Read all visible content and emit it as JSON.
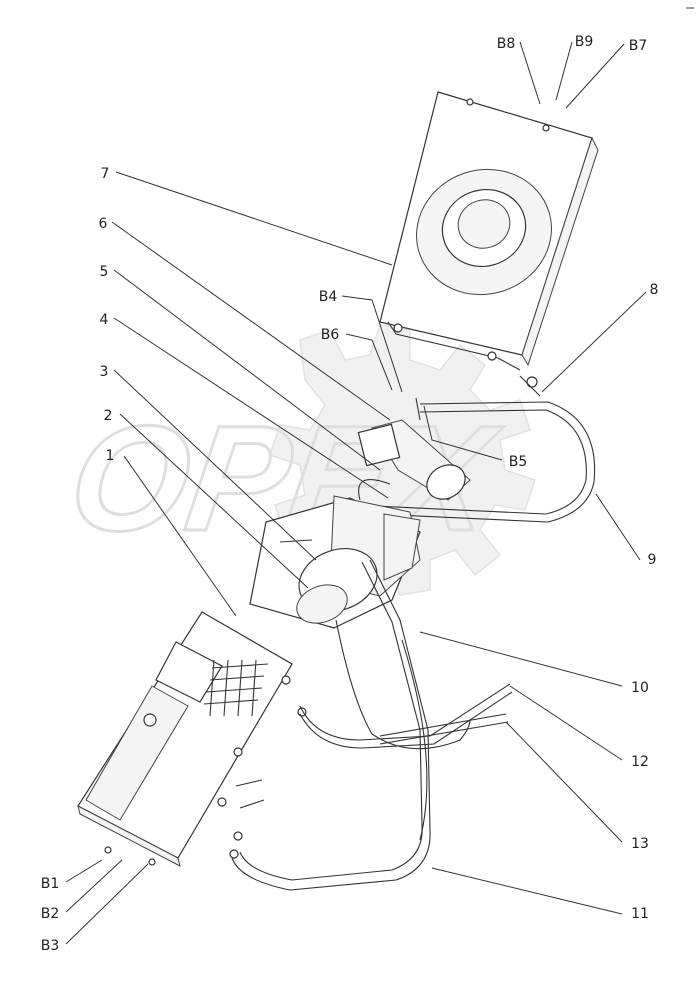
{
  "watermark": {
    "text": "OPEX"
  },
  "callouts": [
    {
      "id": "B8",
      "text": "B8"
    },
    {
      "id": "B9",
      "text": "B9"
    },
    {
      "id": "B7",
      "text": "B7"
    },
    {
      "id": "7",
      "text": "7"
    },
    {
      "id": "6",
      "text": "6"
    },
    {
      "id": "5",
      "text": "5"
    },
    {
      "id": "B4",
      "text": "B4"
    },
    {
      "id": "8",
      "text": "8"
    },
    {
      "id": "B6",
      "text": "B6"
    },
    {
      "id": "4",
      "text": "4"
    },
    {
      "id": "3",
      "text": "3"
    },
    {
      "id": "2",
      "text": "2"
    },
    {
      "id": "B5",
      "text": "B5"
    },
    {
      "id": "1",
      "text": "1"
    },
    {
      "id": "9",
      "text": "9"
    },
    {
      "id": "10",
      "text": "10"
    },
    {
      "id": "12",
      "text": "12"
    },
    {
      "id": "13",
      "text": "13"
    },
    {
      "id": "B1",
      "text": "B1"
    },
    {
      "id": "B2",
      "text": "B2"
    },
    {
      "id": "B3",
      "text": "B3"
    },
    {
      "id": "11",
      "text": "11"
    }
  ]
}
